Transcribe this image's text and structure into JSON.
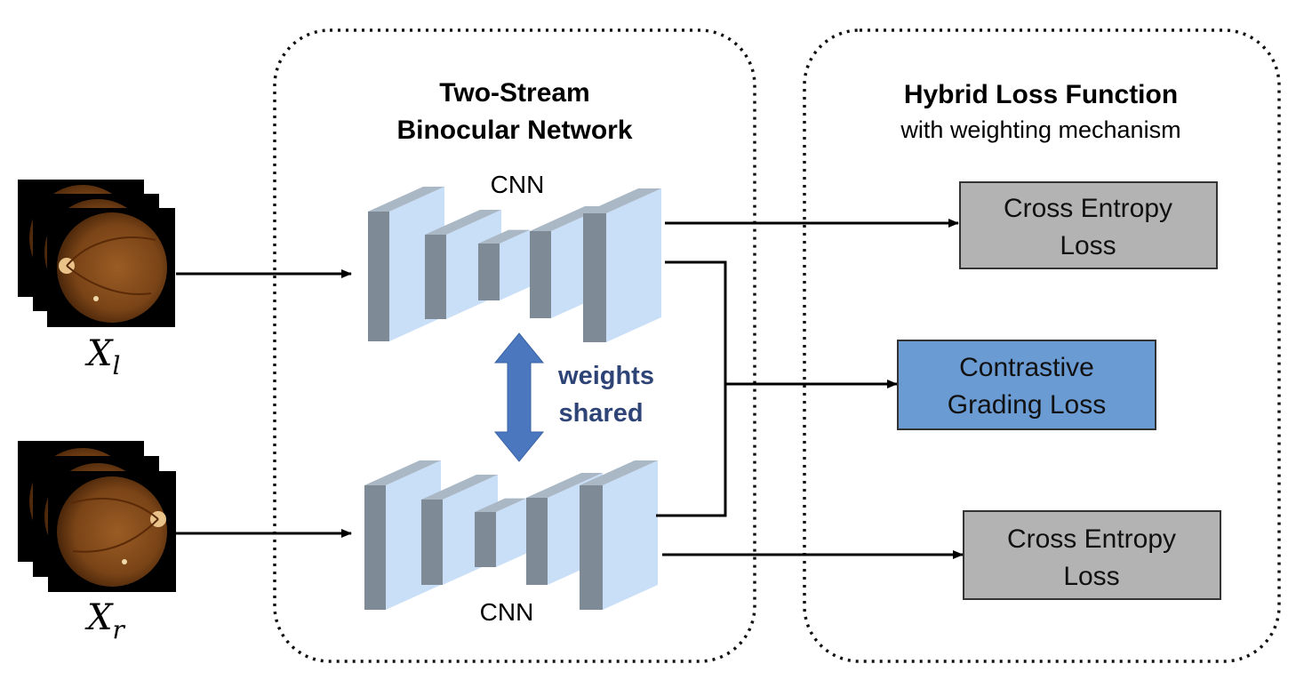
{
  "left_panel": {
    "title_line1": "Two-Stream",
    "title_line2": "Binocular Network",
    "cnn_top_label": "CNN",
    "cnn_bottom_label": "CNN",
    "shared_line1": "weights",
    "shared_line2": "shared"
  },
  "right_panel": {
    "title": "Hybrid Loss Function",
    "subtitle": "with weighting mechanism"
  },
  "inputs": {
    "left": {
      "symbol": "X",
      "subscript": "l"
    },
    "right": {
      "symbol": "X",
      "subscript": "r"
    }
  },
  "losses": {
    "top": {
      "line1": "Cross Entropy",
      "line2": "Loss"
    },
    "middle": {
      "line1": "Contrastive",
      "line2": "Grading Loss"
    },
    "bottom": {
      "line1": "Cross Entropy",
      "line2": "Loss"
    }
  },
  "colors": {
    "cnn_front": "#c9def7",
    "cnn_side": "#7e8b97",
    "cnn_top": "#aab8c6",
    "ce_box": "#b3b3b3",
    "contrastive_box": "#6b9bd3",
    "shared_arrow": "#4b77be",
    "shared_text": "#2f4476",
    "fundus": "#8a4f1c"
  }
}
